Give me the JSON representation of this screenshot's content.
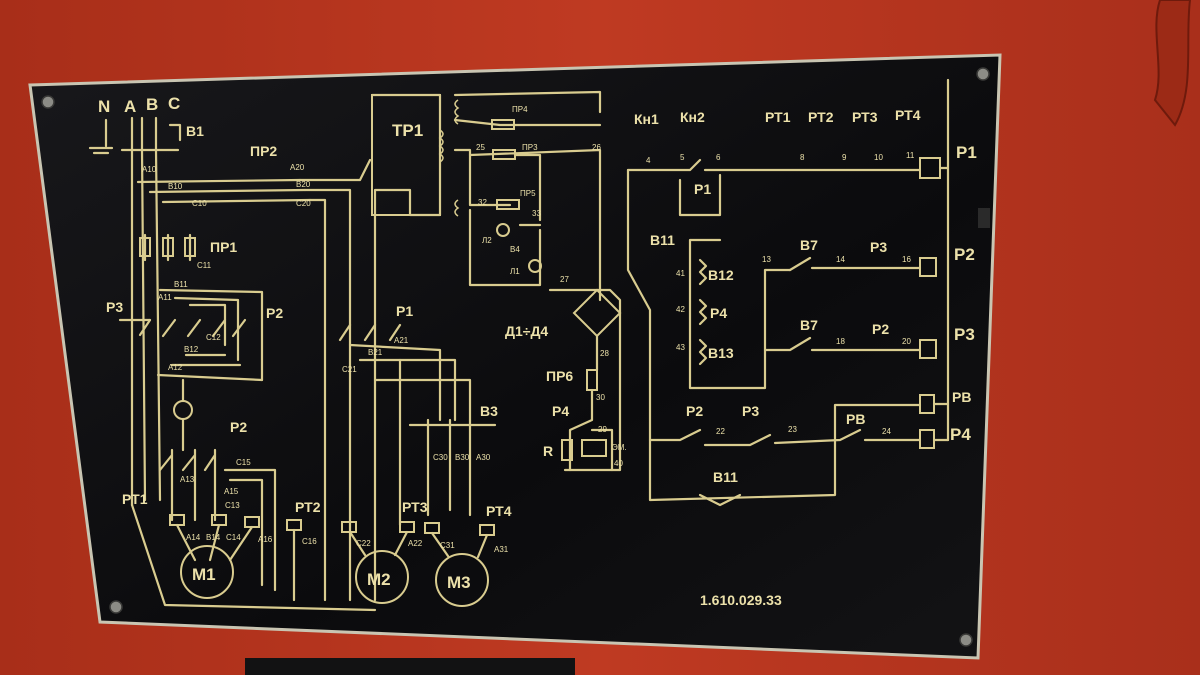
{
  "panel": {
    "serial": "1.610.029.33",
    "colors": {
      "wall": "#b5351e",
      "plate": "#0d0d0f",
      "wire": "#d9cc8f",
      "frame": "#c9c5b2"
    }
  },
  "labels": {
    "N": "N",
    "A": "A",
    "B": "B",
    "C": "C",
    "B1": "B1",
    "PR2": "ПР2",
    "PR1": "ПР1",
    "TR1": "ТР1",
    "PR4": "ПР4",
    "PR3": "ПР3",
    "PR5": "ПР5",
    "L2": "Л2",
    "L1": "Л1",
    "B4": "В4",
    "D1D4": "Д1÷Д4",
    "PR6": "ПР6",
    "P4_left": "Р4",
    "R": "R",
    "EM": "ЭМ.",
    "P3_left": "Р3",
    "P2_left": "Р2",
    "P1_mid": "Р1",
    "P2_lower": "Р2",
    "B3": "В3",
    "RT1": "РТ1",
    "RT2": "РТ2",
    "RT3": "РТ3",
    "RT4": "РТ4",
    "M1": "М1",
    "M2": "М2",
    "M3": "М3",
    "Kn1": "Кн1",
    "Kn2": "Кн2",
    "RT1_top": "РТ1",
    "RT2_top": "РТ2",
    "RT3_top": "РТ3",
    "RT4_top": "РТ4",
    "P1_coil": "Р1",
    "P1_right": "Р1",
    "B11_top": "В11",
    "B12": "В12",
    "P4_mid": "Р4",
    "B13": "В13",
    "B7_top": "В7",
    "P3_mid": "Р3",
    "P2_right": "Р2",
    "B7_bot": "В7",
    "P2_mid": "Р2",
    "P3_right": "Р3",
    "P2_bot": "Р2",
    "P3_bot": "Р3",
    "PB_mid": "РВ",
    "PB_right": "РВ",
    "P4_right": "Р4",
    "B11_bot": "В11",
    "P1_contact": "Р1"
  },
  "wire_numbers": {
    "A20": "A20",
    "B20": "B20",
    "C20": "C20",
    "A10": "A10",
    "B10": "B10",
    "C10": "C10",
    "C11": "C11",
    "A11": "A11",
    "B11": "B11",
    "A12": "A12",
    "B12": "B12",
    "C12": "C12",
    "C15": "C15",
    "A13": "A13",
    "A15": "A15",
    "C13": "C13",
    "A14": "A14",
    "B14": "B14",
    "C14": "C14",
    "A16": "A16",
    "C16": "C16",
    "C21": "C21",
    "B21": "B21",
    "A21": "A21",
    "C30": "C30",
    "B30": "B30",
    "A30": "A30",
    "C22": "C22",
    "A22": "A22",
    "C31": "C31",
    "A31": "A31",
    "n25": "25",
    "n26": "26",
    "n32": "32",
    "n33": "33",
    "n27": "27",
    "n28": "28",
    "n30": "30",
    "n29": "29",
    "n40": "40",
    "n4": "4",
    "n5": "5",
    "n6": "6",
    "n8": "8",
    "n9": "9",
    "n10": "10",
    "n11": "11",
    "n41": "41",
    "n42": "42",
    "n43": "43",
    "n13": "13",
    "n14": "14",
    "n16": "16",
    "n18": "18",
    "n20": "20",
    "n22": "22",
    "n23": "23",
    "n24": "24"
  }
}
